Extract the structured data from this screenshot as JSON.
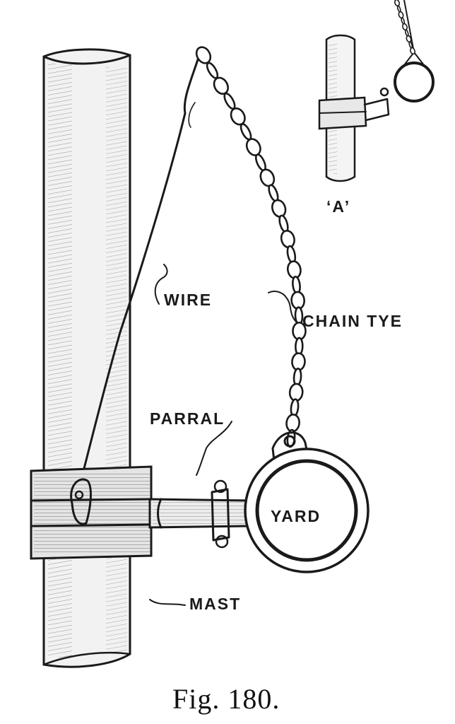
{
  "labels": {
    "wire": "WIRE",
    "chain": "CHAIN TYE",
    "parral": "PARRAL",
    "yard": "YARD",
    "mast": "MAST",
    "inset": "‘A’"
  },
  "caption": "Fig. 180.",
  "colors": {
    "ink": "#1a1a1a",
    "paper": "#ffffff"
  }
}
